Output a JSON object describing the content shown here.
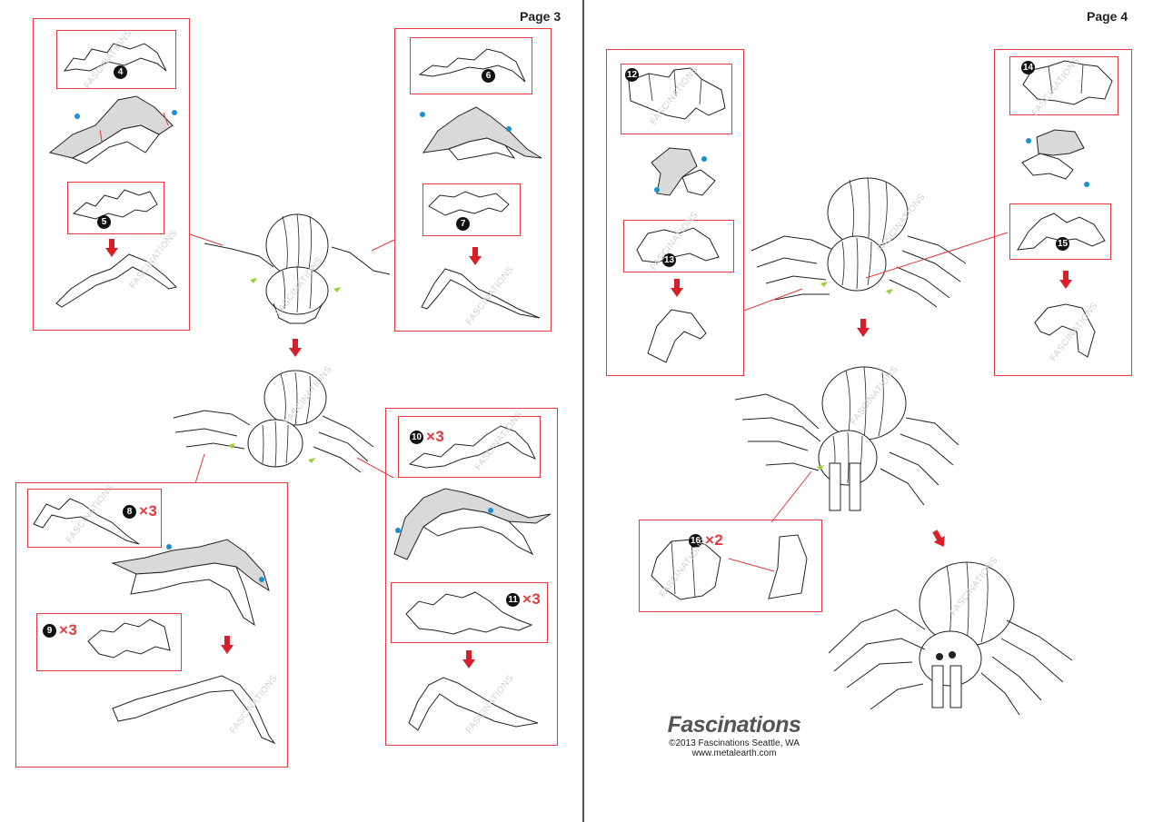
{
  "pages": [
    {
      "label": "Page 3"
    },
    {
      "label": "Page 4"
    }
  ],
  "watermark": "FASCINATIONS",
  "steps": {
    "s4": {
      "num": "4",
      "qty": ""
    },
    "s5": {
      "num": "5",
      "qty": ""
    },
    "s6": {
      "num": "6",
      "qty": ""
    },
    "s7": {
      "num": "7",
      "qty": ""
    },
    "s8": {
      "num": "8",
      "qty": "×3"
    },
    "s9": {
      "num": "9",
      "qty": "×3"
    },
    "s10": {
      "num": "10",
      "qty": "×3"
    },
    "s11": {
      "num": "11",
      "qty": "×3"
    },
    "s12": {
      "num": "12",
      "qty": ""
    },
    "s13": {
      "num": "13",
      "qty": ""
    },
    "s14": {
      "num": "14",
      "qty": ""
    },
    "s15": {
      "num": "15",
      "qty": ""
    },
    "s16": {
      "num": "16",
      "qty": "×2"
    }
  },
  "brand": {
    "logo": "Fascinations",
    "copyright": "©2013 Fascinations Seattle, WA",
    "website": "www.metalearth.com"
  },
  "colors": {
    "frame": "#e5393f",
    "arrow": "#d8202a",
    "connector_dot": "#1a8fd0",
    "alignment_marker": "#9acd32",
    "highlight": "#d9d9d9"
  },
  "icons": [
    "down-arrow-icon",
    "connector-dot-icon",
    "alignment-triangle-icon",
    "step-number-badge"
  ]
}
